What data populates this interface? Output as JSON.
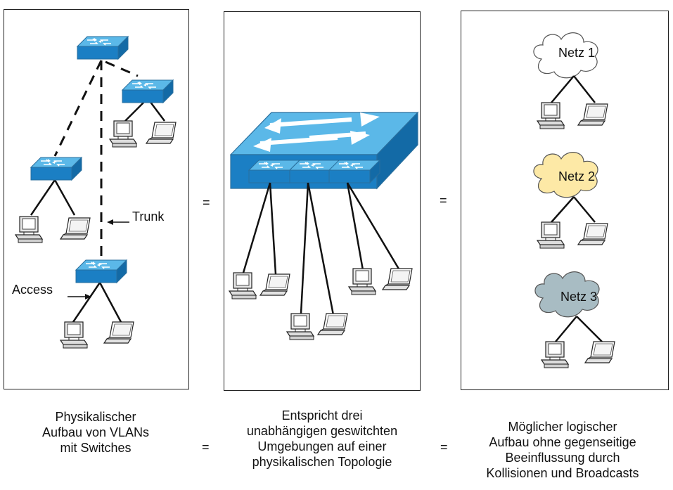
{
  "labels": {
    "trunk": "Trunk",
    "access": "Access",
    "networks": [
      "Netz 1",
      "Netz 2",
      "Netz 3"
    ]
  },
  "equals": [
    "=",
    "=",
    "=",
    "="
  ],
  "captions": {
    "physical": [
      "Physikalischer",
      "Aufbau von VLANs",
      "mit Switches"
    ],
    "equivalent": [
      "Entspricht drei",
      "unabhängigen geswitchten",
      "Umgebungen auf einer",
      "physikalischen Topologie"
    ],
    "logical": [
      "Möglicher logischer",
      "Aufbau ohne gegenseitige",
      "Beeinflussung durch",
      "Kollisionen und Broadcasts"
    ]
  },
  "colors": {
    "switch_top": "#5bb8e8",
    "switch_side": "#1b7fc4",
    "cloud_white": "#ffffff",
    "cloud_yellow": "#fde9a6",
    "cloud_grey": "#a8bcc3"
  }
}
